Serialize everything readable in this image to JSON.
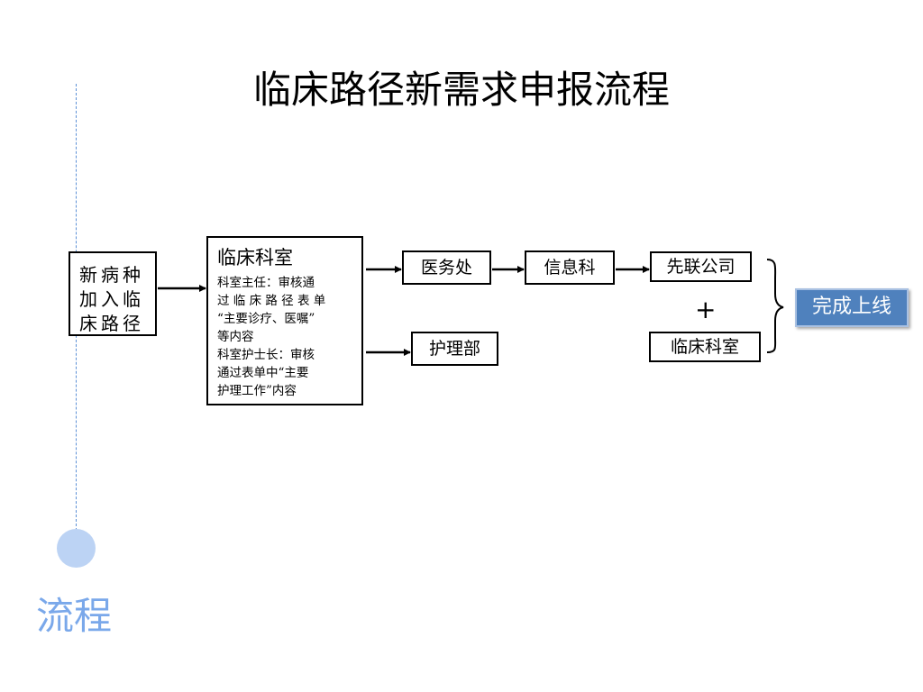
{
  "title": "临床路径新需求申报流程",
  "section_label": "流程",
  "start_box": {
    "lines": [
      "新病种",
      "加入临",
      "床路径"
    ]
  },
  "dept_box": {
    "heading": "临床科室",
    "lines": [
      "科室主任：审核通",
      "过 临 床 路 径 表 单",
      "“主要诊疗、医嘱”",
      "等内容",
      "科室护士长：审核",
      "通过表单中“主要",
      "护理工作”内容"
    ]
  },
  "nodes": {
    "medical_office": "医务处",
    "nursing_dept": "护理部",
    "it_dept": "信息科",
    "xianlian": "先联公司",
    "plus": "+",
    "clinical_dept": "临床科室",
    "done": "完成上线"
  }
}
